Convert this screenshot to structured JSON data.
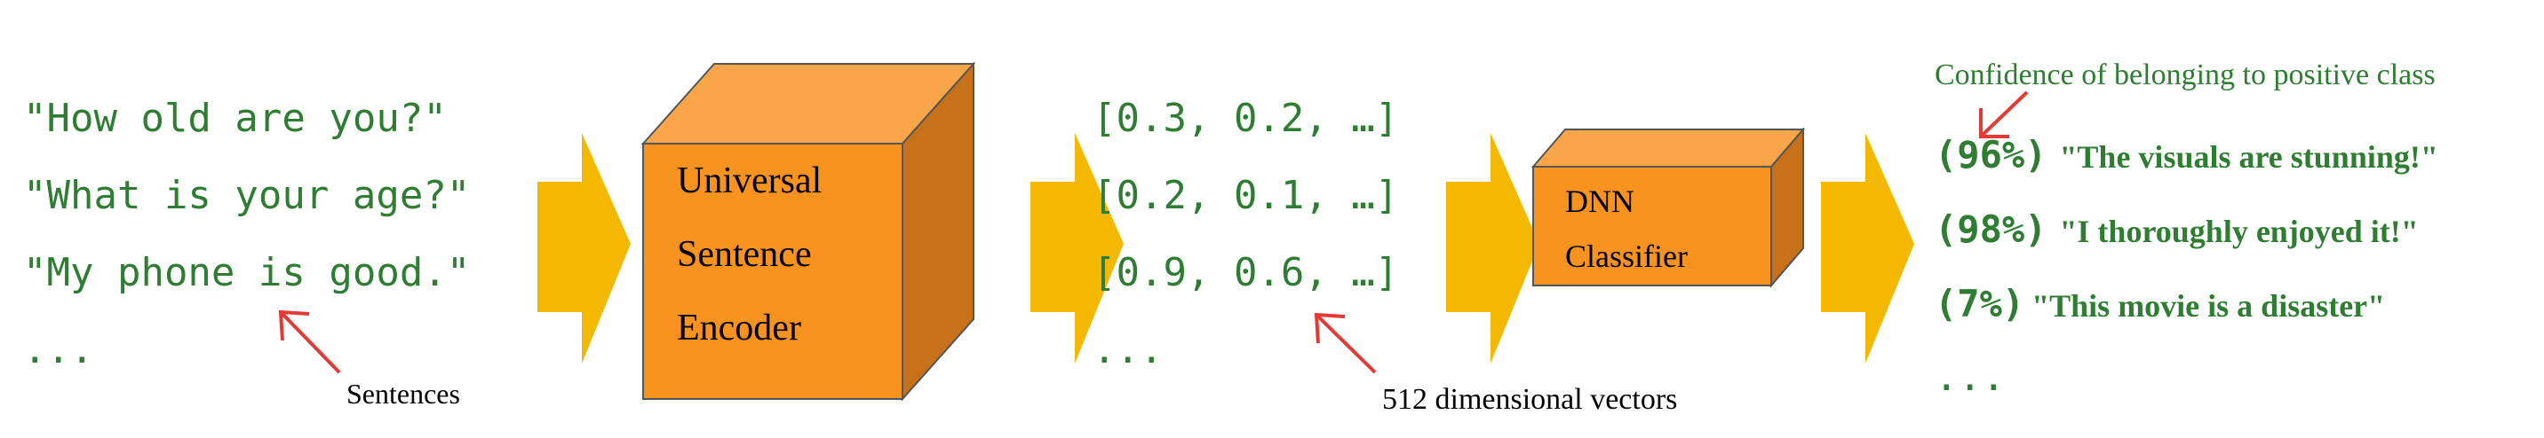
{
  "input_sentences": [
    "\"How old are you?\"",
    "\"What is your age?\"",
    "\"My phone is good.\"",
    "..."
  ],
  "sentences_label": "Sentences",
  "encoder_label": [
    "Universal",
    "Sentence",
    "Encoder"
  ],
  "vectors": [
    "[0.3, 0.2, …]",
    "[0.2, 0.1, …]",
    "[0.9, 0.6, …]",
    "..."
  ],
  "vectors_label": "512 dimensional vectors",
  "classifier_label": [
    "DNN",
    "Classifier"
  ],
  "confidence_label": "Confidence of belonging to positive class",
  "outputs": [
    {
      "score": "(96%)",
      "text": "\"The visuals are stunning!\""
    },
    {
      "score": "(98%)",
      "text": "\"I thoroughly enjoyed it!\""
    },
    {
      "score": "(7%)",
      "text": "\"This movie is a disaster\""
    }
  ],
  "outputs_more": "...",
  "colors": {
    "arrow": "#f5b800",
    "cube_front": "#f7931e",
    "cube_top": "#f9a64a",
    "cube_side": "#c8711b",
    "text_green": "#2e7d32",
    "pointer": "#e53935"
  }
}
